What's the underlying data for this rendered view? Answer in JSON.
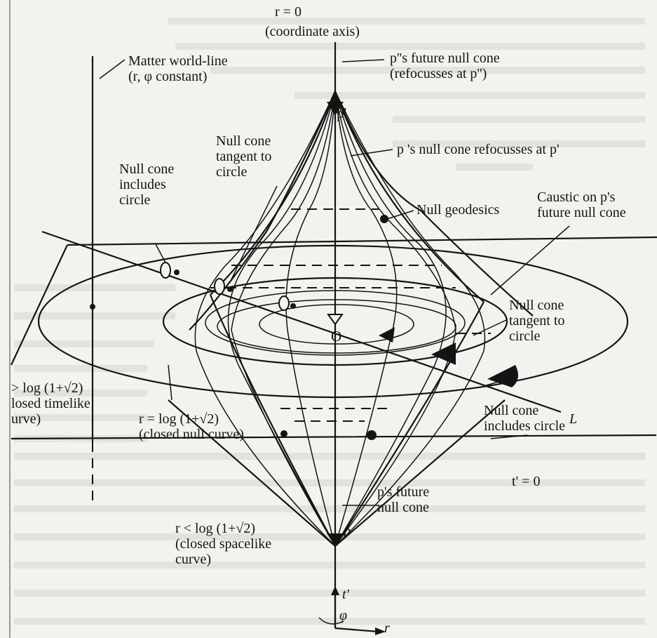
{
  "labels": {
    "axis_r0": "r = 0",
    "axis_caption": "(coordinate axis)",
    "matter_worldline_1": "Matter world-line",
    "matter_worldline_2": "(r, φ constant)",
    "p2_future_cone_1": "p''s future null cone",
    "p2_future_cone_2": "(refocusses at p'')",
    "p_prime": "p'",
    "nc_tangent_top_1": "Null cone",
    "nc_tangent_top_2": "tangent to",
    "nc_tangent_top_3": "circle",
    "p_refocus": "p 's null cone refocusses at p'",
    "nc_includes_left_1": "Null cone",
    "nc_includes_left_2": "includes",
    "nc_includes_left_3": "circle",
    "null_geodesics": "Null geodesics",
    "caustic_1": "Caustic on p's",
    "caustic_2": "future null cone",
    "origin": "O",
    "nc_tangent_right_1": "Null cone",
    "nc_tangent_right_2": "tangent to",
    "nc_tangent_right_3": "circle",
    "closed_timelike_1": "> log (1+√2)",
    "closed_timelike_2": "losed timelike",
    "closed_timelike_3": "urve)",
    "closed_null_1": "r = log (1+√2)",
    "closed_null_2": "(closed null curve)",
    "nc_includes_right_1": "Null cone",
    "nc_includes_right_2": "includes circle",
    "L": "L",
    "t0": "t' = 0",
    "p_future_1": "p's future",
    "p_future_2": "null cone",
    "p": "p",
    "closed_spacelike_1": "r < log (1+√2)",
    "closed_spacelike_2": "(closed spacelike",
    "closed_spacelike_3": "curve)",
    "t_prime": "t'",
    "phi": "φ",
    "r_axis": "r"
  }
}
